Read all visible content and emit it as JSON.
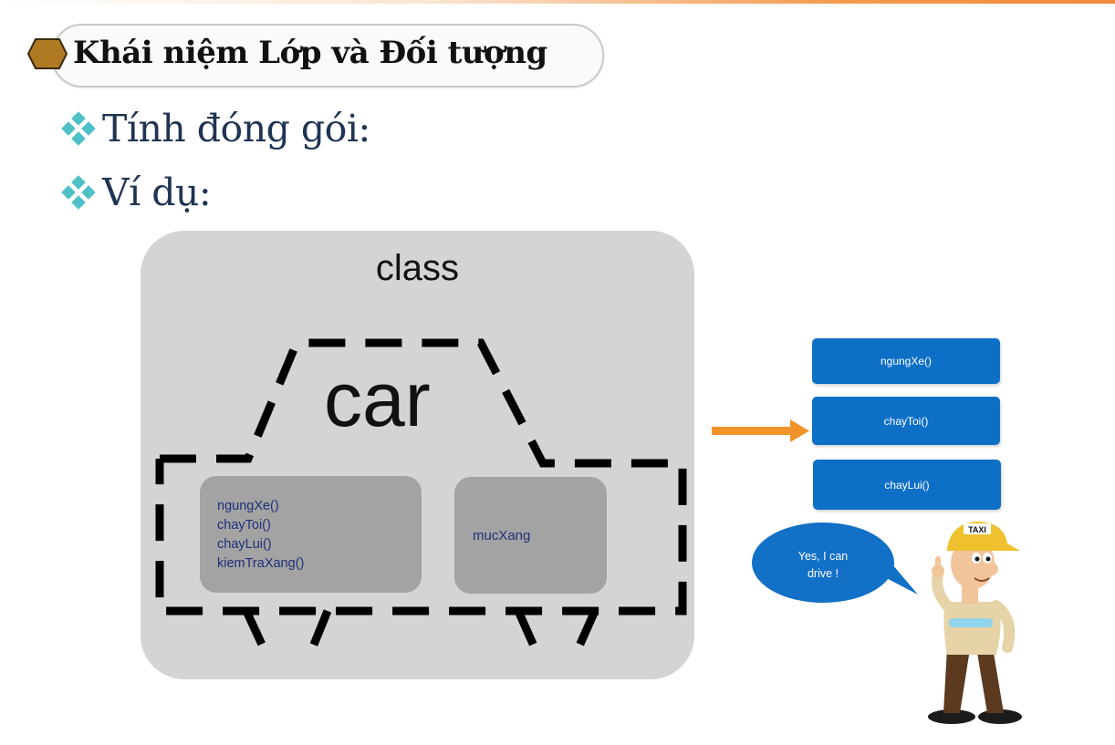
{
  "slide": {
    "title": "Khái niệm Lớp và Đối tượng",
    "bullets": [
      {
        "icon": "diamond-bullet-icon",
        "text": "Tính đóng gói:"
      },
      {
        "icon": "diamond-bullet-icon",
        "text": "Ví dụ:"
      }
    ]
  },
  "diagram": {
    "class_label": "class",
    "object_label": "car",
    "methods": [
      "ngungXe()",
      "chayToi()",
      "chayLui()",
      "kiemTraXang()"
    ],
    "attribute": "mucXang",
    "exposed_methods": [
      "ngungXe()",
      "chayToi()",
      "chayLui()"
    ],
    "speech": [
      "Yes, I can",
      "drive !"
    ],
    "taxi_sign": "TAXI"
  },
  "colors": {
    "accent_orange": "#f0942a",
    "method_blue": "#0e6fc7",
    "bubble_blue": "#1270c6",
    "class_gray": "#d4d4d4",
    "inner_gray": "#a3a3a3",
    "bullet_teal": "#4fc0c6",
    "hexagon_gold": "#b07a22",
    "title_text": "#111111",
    "bullet_text": "#1f3453"
  }
}
